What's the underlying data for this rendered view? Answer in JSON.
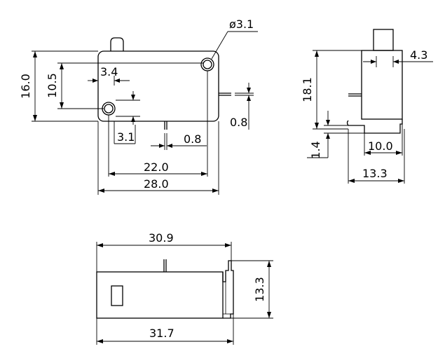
{
  "drawing": {
    "front_view": {
      "hole_diameter": "ø3.1",
      "height": "16.0",
      "hole_spacing_vertical": "10.5",
      "hole_offset_top": "3.4",
      "hole_offset_side": "3.1",
      "terminal_thickness": "0.8",
      "terminal_width_right": "0.8",
      "hole_spacing_horizontal": "22.0",
      "overall_width": "28.0"
    },
    "side_view": {
      "actuator_width": "4.3",
      "height": "18.1",
      "base_flange": "1.4",
      "base_width": "10.0",
      "overall_depth": "13.3"
    },
    "bottom_view": {
      "body_length": "30.9",
      "overall_length": "31.7",
      "height": "13.3"
    }
  }
}
